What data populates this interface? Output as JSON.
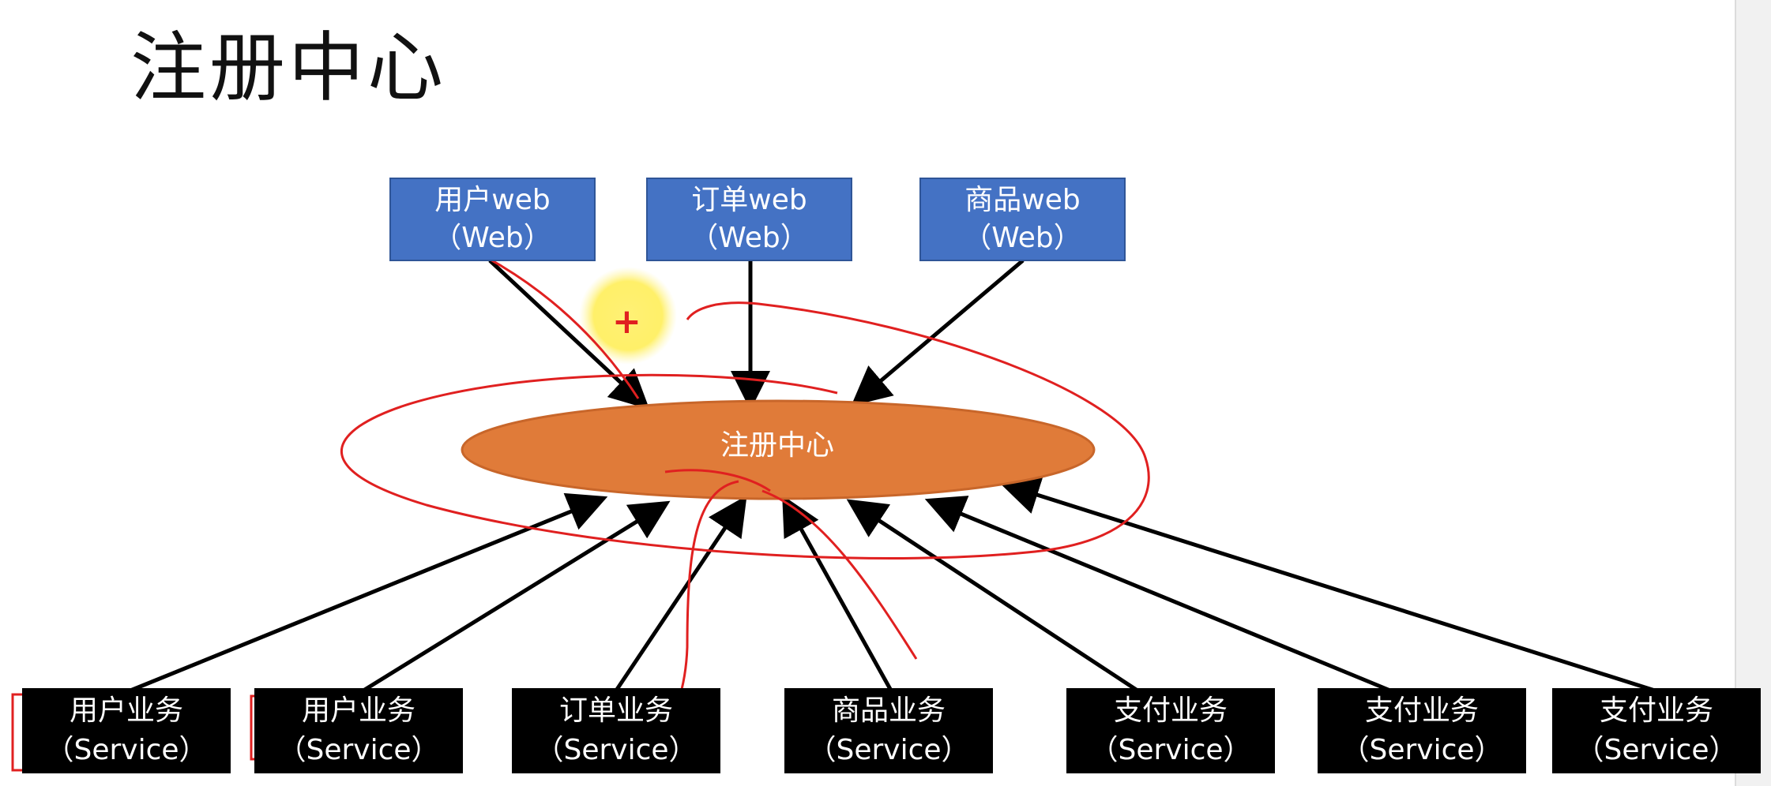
{
  "title": "注册中心",
  "center": {
    "label": "注册中心"
  },
  "web_nodes": [
    {
      "line1": "用户web",
      "line2": "（Web）"
    },
    {
      "line1": "订单web",
      "line2": "（Web）"
    },
    {
      "line1": "商品web",
      "line2": "（Web）"
    }
  ],
  "service_nodes": [
    {
      "line1": "用户业务",
      "line2": "（Service）"
    },
    {
      "line1": "用户业务",
      "line2": "（Service）"
    },
    {
      "line1": "订单业务",
      "line2": "（Service）"
    },
    {
      "line1": "商品业务",
      "line2": "（Service）"
    },
    {
      "line1": "支付业务",
      "line2": "（Service）"
    },
    {
      "line1": "支付业务",
      "line2": "（Service）"
    },
    {
      "line1": "支付业务",
      "line2": "（Service）"
    }
  ],
  "colors": {
    "web_fill": "#4472c4",
    "center_fill": "#e07b39",
    "service_fill": "#000000",
    "annotation": "#e02020",
    "highlight": "#fff176"
  },
  "icons": {
    "cursor": "crosshair-plus-icon"
  }
}
